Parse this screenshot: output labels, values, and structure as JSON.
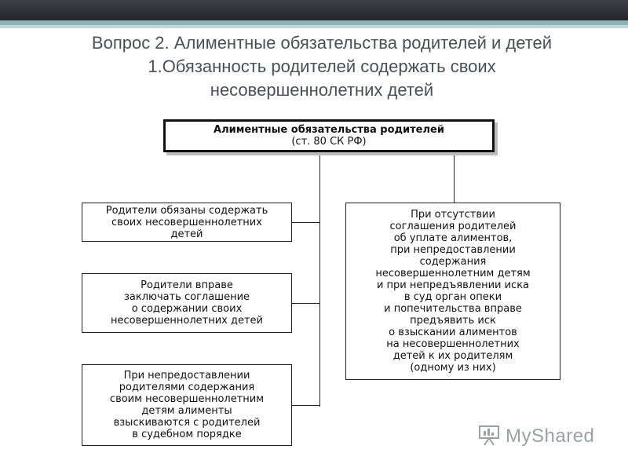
{
  "title": {
    "line1": "Вопрос 2. Алиментные обязательства родителей и детей",
    "line2": "1.Обязанность родителей содержать своих",
    "line3": "несовершеннолетних детей"
  },
  "diagram": {
    "top": {
      "line1": "Алиментные обязательства родителей",
      "line2": "(ст. 80 СК РФ)"
    },
    "left1": [
      "Родители обязаны содержать",
      "своих несовершеннолетних",
      "детей"
    ],
    "left2": [
      "Родители вправе",
      "заключать соглашение",
      "о содержании своих",
      "несовершеннолетних детей"
    ],
    "left3": [
      "При непредоставлении",
      "родителями содержания",
      "своим несовершеннолетним",
      "детям алименты",
      "взыскиваются с родителей",
      "в судебном порядке"
    ],
    "right1": [
      "При отсутствии",
      "соглашения родителей",
      "об уплате алиментов,",
      "при непредоставлении",
      "содержания",
      "несовершеннолетним детям",
      "и при непредъявлении иска",
      "в суд орган опеки",
      "и попечительства вправе",
      "предъявить иск",
      "о взыскании алиментов",
      "на несовершеннолетних",
      "детей к их родителям",
      "(одному из них)"
    ]
  },
  "watermark": {
    "text": "MyShared",
    "icon": "presentation-icon"
  },
  "colors": {
    "topbar": "#2e3035",
    "accent": "#8fb3b7",
    "title": "#4b4f57"
  }
}
